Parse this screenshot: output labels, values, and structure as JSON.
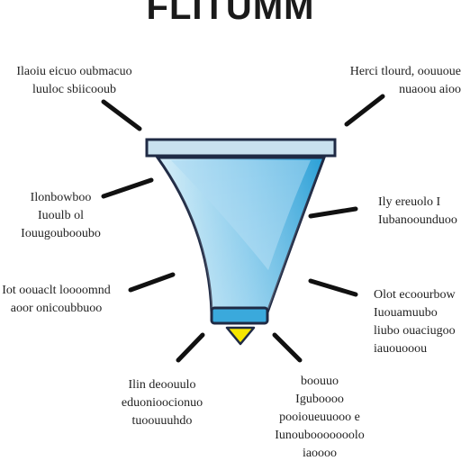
{
  "title": "FLITUMM",
  "colors": {
    "funnel_light": "#d6eef8",
    "funnel_mid": "#7cc6ea",
    "funnel_dark": "#2a9fd6",
    "funnel_outline": "#1f2a44",
    "rim_fill": "#c9e1ee",
    "tip_fill": "#f6e600",
    "ray_color": "#111111"
  },
  "labels": {
    "top_left": [
      "Ilaoiu eicuo oubmacuo",
      "luuloc sbiicooub"
    ],
    "top_right": [
      "Herci tlourd, oouuoue",
      "nuaoou aioo"
    ],
    "mid_upper_left": [
      "Ilonbowboo",
      "Iuoulb ol",
      "Iouugoubooubo"
    ],
    "mid_upper_right": [
      "Ily ereuolo I",
      "Iubanoounduoo"
    ],
    "mid_lower_left": [
      "Iot oouaclt loooomnd",
      "aoor onicoubbuoo"
    ],
    "mid_lower_right": [
      "Olot ecoourbow",
      "Iuouamuubo",
      "liubo ouaciugoo",
      "iauouooou"
    ],
    "bottom_left": [
      "Ilin deoouulo",
      "eduonioocionuo",
      "tuoouuuhdo"
    ],
    "bottom_right": [
      "boouuo",
      "Iguboooo",
      "pooioueuuooo e",
      "Iunoubooooooolo",
      "iaoooo"
    ]
  }
}
